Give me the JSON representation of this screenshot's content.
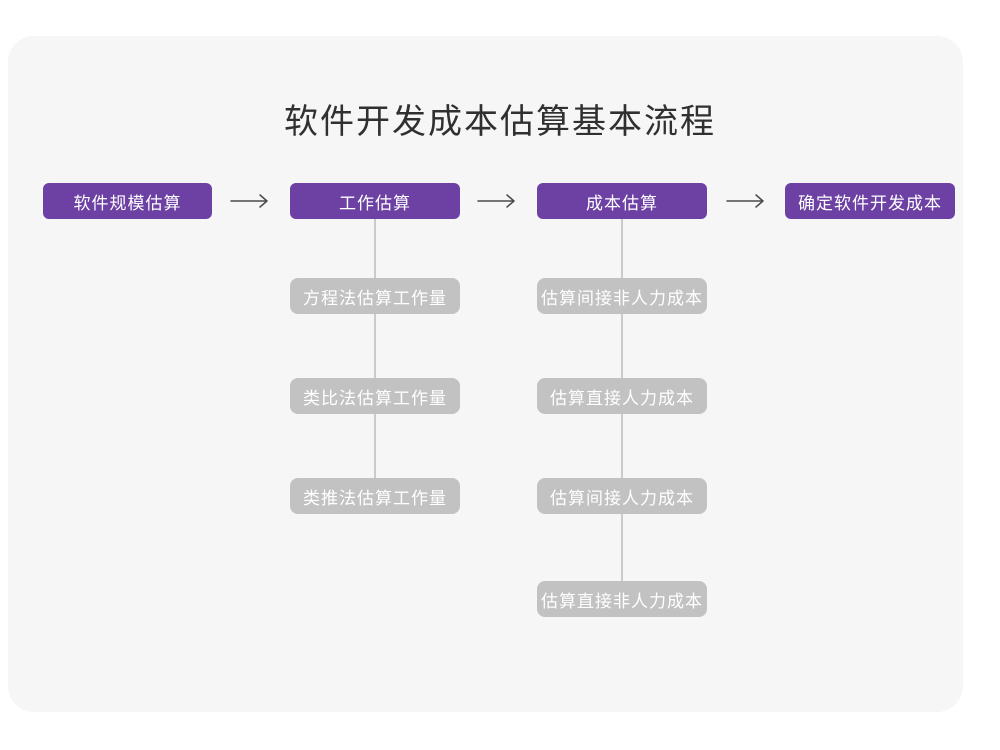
{
  "title": "软件开发成本估算基本流程",
  "flow": {
    "main_steps": [
      "软件规模估算",
      "工作估算",
      "成本估算",
      "确定软件开发成本"
    ],
    "branches": {
      "work_estimation": [
        "方程法估算工作量",
        "类比法估算工作量",
        "类推法估算工作量"
      ],
      "cost_estimation": [
        "估算间接非人力成本",
        "估算直接人力成本",
        "估算间接人力成本",
        "估算直接非人力成本"
      ]
    }
  },
  "icons": {
    "arrow_right": "arrow-right-icon"
  },
  "colors": {
    "page_bg": "#ffffff",
    "card_bg": "#f6f6f7",
    "main_step_bg": "#6c41a3",
    "sub_step_bg": "#c2c2c2",
    "connector": "#cbcbcb",
    "arrow": "#4a4a4a",
    "title_text": "#303030",
    "box_text": "#ffffff"
  }
}
